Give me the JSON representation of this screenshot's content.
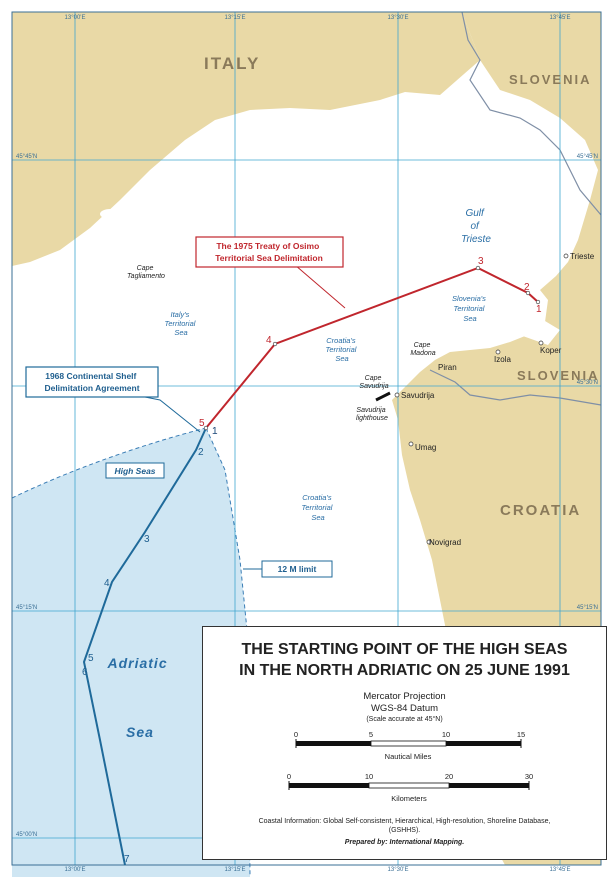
{
  "map": {
    "countries": [
      "ITALY",
      "SLOVENIA",
      "SLOVENIA",
      "CROATIA"
    ],
    "water": {
      "gulf": [
        "Gulf",
        "of",
        "Trieste"
      ],
      "adriatic": [
        "Adriatic",
        "Sea"
      ],
      "high_seas": "High Seas"
    },
    "territorial": {
      "italy": [
        "Italy's",
        "Territorial",
        "Sea"
      ],
      "slovenia": [
        "Slovenia's",
        "Territorial",
        "Sea"
      ],
      "croatia_north": [
        "Croatia's",
        "Territorial",
        "Sea"
      ],
      "croatia_south": [
        "Croatia's",
        "Territorial",
        "Sea"
      ]
    },
    "places": {
      "cape_tagliamento": [
        "Cape",
        "Tagliamento"
      ],
      "trieste": "Trieste",
      "koper": "Koper",
      "izola": "Izola",
      "piran": "Piran",
      "cape_madona": [
        "Cape",
        "Madona"
      ],
      "cape_savudrija": [
        "Cape",
        "Savudrija"
      ],
      "savudrija": "Savudrija",
      "savudrija_lighthouse": [
        "Savudrija",
        "lighthouse"
      ],
      "umag": "Umag",
      "novigrad": "Novigrad"
    },
    "callouts": {
      "osimo": [
        "The 1975 Treaty of Osimo",
        "Territorial Sea Delimitation"
      ],
      "continental": [
        "1968 Continental Shelf",
        "Delimitation Agreement"
      ],
      "limit12": "12 M limit"
    },
    "points_red": [
      "1",
      "2",
      "3",
      "4",
      "5"
    ],
    "points_blue": [
      "1",
      "2",
      "3",
      "4",
      "5",
      "6",
      "7"
    ],
    "coords": {
      "top": [
        "13°00'E",
        "13°15'E",
        "13°30'E",
        "13°45'E"
      ],
      "bottom": [
        "13°00'E",
        "13°15'E",
        "13°30'E",
        "13°45'E"
      ],
      "left": [
        "45°45'N",
        "45°15'N",
        "45°00'N"
      ],
      "right": [
        "45°45'N",
        "45°30'N",
        "45°15'N"
      ]
    },
    "colors": {
      "land": "#e9d9a6",
      "water": "#ffffff",
      "high_seas": "#cfe6f3",
      "red_line": "#c0262d",
      "blue_line": "#1f6a9a",
      "grid": "#3fa6cf"
    }
  },
  "legend": {
    "title_line1": "THE STARTING POINT OF THE HIGH SEAS",
    "title_line2": "IN THE NORTH ADRIATIC ON 25 JUNE 1991",
    "projection": "Mercator Projection",
    "datum": "WGS-84 Datum",
    "scale_note": "(Scale accurate at 45°N)",
    "nautical": {
      "ticks": [
        "0",
        "5",
        "10",
        "15"
      ],
      "label": "Nautical Miles"
    },
    "kilometers": {
      "ticks": [
        "0",
        "10",
        "20",
        "30"
      ],
      "label": "Kilometers"
    },
    "coastal": "Coastal Information: Global Self-consistent, Hierarchical, High-resolution, Shoreline Database, (GSHHS).",
    "prepared": "Prepared by: International Mapping."
  }
}
